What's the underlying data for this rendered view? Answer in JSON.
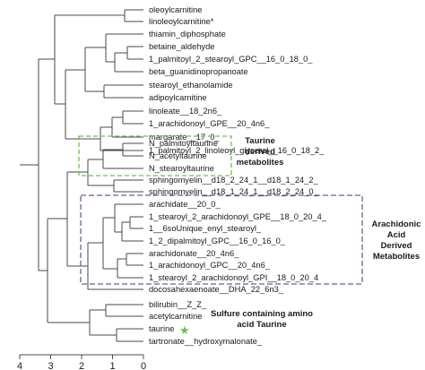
{
  "dendrogram": {
    "leaves": [
      "oleoylcarnitine",
      "linoleoylcarnitine*",
      "thiamin_diphosphate",
      "betaine_aldehyde",
      "1_palmitoyl_2_stearoyl_GPC__16_0_18_0_",
      "beta_guanidinopropanoate",
      "stearoyl_ethanolamide",
      "adipoylcarnitine",
      "linoleate__18_2n6_",
      "1_arachidonoyl_GPE__20_4n6_",
      "margarate__17_0_",
      "1_palmitoyl_2_linoleoyl_glycerol__16_0_18_2_",
      "N_palmitoyltaurine",
      "N_acetyltaurine",
      "N_stearoyltaurine",
      "sphingomyelin__d18_2_24_1__d18_1_24_2_",
      "sphingomyelin__d18_1_24_1__d18_2_24_0_",
      "arachidate__20_0_",
      "1_stearoyl_2_arachidonoyl_GPE__18_0_20_4_",
      "1__6soUnique_enyl_stearoyl_",
      "1_2_dipalmitoyl_GPC__16_0_16_0_",
      "arachidonate__20_4n6_",
      "1_arachidonoyl_GPC__20_4n6_",
      "1_stearoyl_2_arachidonoyl_GPI__18_0_20_4",
      "docosahexaenoate__DHA_22_6n3_",
      "bilirubin__Z_Z_",
      "acetylcarnitine",
      "taurine",
      "tartronate__hydroxymalonate_"
    ],
    "axis_ticks": [
      "4",
      "3",
      "2",
      "1",
      "0"
    ],
    "annotations": {
      "taurine_derived": [
        "Taurine",
        "derived",
        "metabolites"
      ],
      "arachidonic": [
        "Arachidonic",
        "Acid",
        "Derived",
        "Metabolites"
      ],
      "sulfure": [
        "Sulfure containing amino",
        "acid Taurine"
      ]
    },
    "colors": {
      "green_box": "#6fbf4a",
      "purple_box": "#7a5a92",
      "star": "#6fbf4a",
      "lines": "#4a4a4a"
    }
  }
}
